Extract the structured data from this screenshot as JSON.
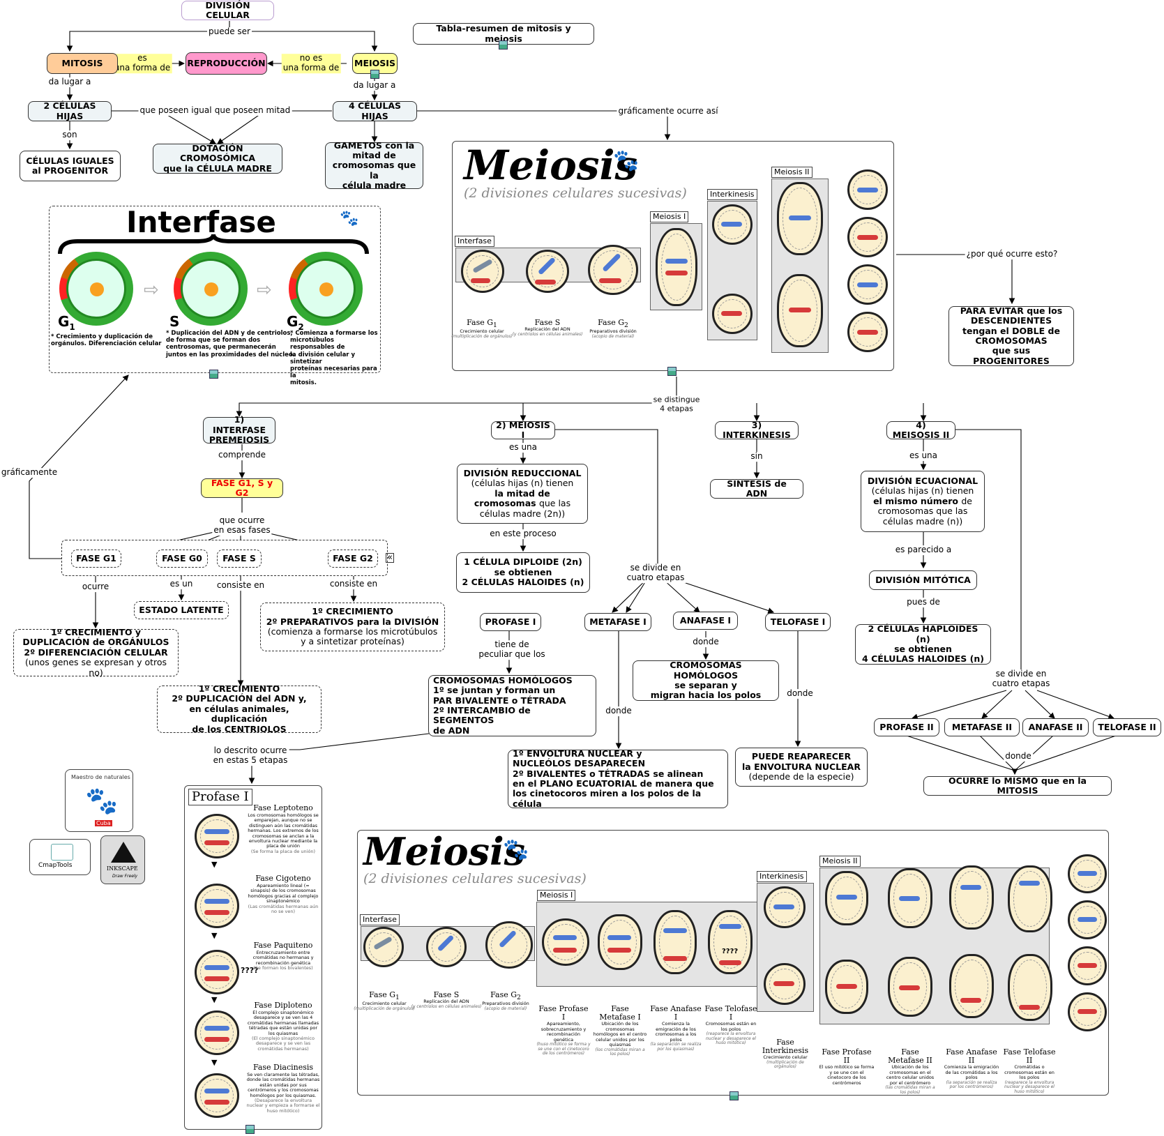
{
  "colors": {
    "mitosis": "#ffcc99",
    "reproduccion": "#ff99cc",
    "meiosis": "#ffff99",
    "fase_g": "#ffff99",
    "pale": "#eef4f6"
  },
  "nodes": {
    "division_celular": "DIVISIÓN CELULAR",
    "tabla_resumen": "Tabla-resumen de mitosis y meiosis",
    "mitosis": "MITOSIS",
    "reproduccion": "REPRODUCCIÓN",
    "meiosis": "MEIOSIS",
    "dos_celulas": "2 CÉLULAS HIJAS",
    "cuatro_celulas": "4 CÉLULAS HIJAS",
    "celulas_iguales": [
      "CÉLULAS IGUALES",
      "al PROGENITOR"
    ],
    "dotacion": [
      "DOTACIÓN CROMOSÓMICA",
      "que la CÉLULA MADRE"
    ],
    "gametos": [
      "GAMETOS con la",
      "mitad de",
      "cromosomas que la",
      "célula madre"
    ],
    "para_evitar": [
      "PARA EVITAR que los",
      "DESCENDIENTES",
      "tengan el DOBLE de",
      "CROMOSOMAS",
      "que sus PROGENITORES"
    ],
    "interfase_premeiosis": [
      "1) INTERFASE",
      "PREMEIOSIS"
    ],
    "meiosis_i": "2) MEIOSIS I",
    "interkinesis": "3) INTERKINESIS",
    "meiosis_ii": "4) MEISOSIS II",
    "fase_g1_s_g2": "FASE G1, S y G2",
    "fase_g1": "FASE G1",
    "fase_g0": "FASE G0",
    "fase_s": "FASE S",
    "fase_g2": "FASE G2",
    "estado_latente": "ESTADO LATENTE",
    "g1_desc": [
      "1º CRECIMIENTO y",
      "DUPLICACIÓN de ORGÁNULOS",
      "2º DIFERENCIACIÓN CELULAR"
    ],
    "g1_desc_n": "(unos genes se expresan y otros no)",
    "s_desc": [
      "1º CRECIMIENTO",
      "2º DUPLICACIÓN del ADN y,",
      "en células animales, duplicación",
      "de los CENTRIOLOS"
    ],
    "g2_desc": [
      "1º CRECIMIENTO",
      "2º PREPARATIVOS para la DIVISIÓN"
    ],
    "g2_desc_n": [
      "(comienza a formarse los microtúbulos",
      "y a sintetizar proteínas)"
    ],
    "div_reduccional": "DIVISIÓN REDUCCIONAL",
    "div_reduccional_n1": "(células hijas (n) tienen",
    "div_reduccional_b": "la mitad de",
    "div_reduccional_b2": "cromosomas",
    "div_reduccional_n2": "que las",
    "div_reduccional_n3": "células madre (2n))",
    "diploide": [
      "1 CÉLULA DIPLOIDE (2n)",
      "se obtienen",
      "2 CÉLULAS HALOIDES (n)"
    ],
    "sintesis": "SINTESIS de ADN",
    "div_ecuacional": "DIVISIÓN ECUACIONAL",
    "div_ecuacional_n1": "(células hijas (n) tienen",
    "div_ecuacional_b": "el mismo número",
    "div_ecuacional_n2": "de",
    "div_ecuacional_n3": "cromosomas que las",
    "div_ecuacional_n4": "células madre (n))",
    "div_mitotica": "DIVISIÓN MITÓTICA",
    "haploides": [
      "2 CÉLULAs HAPLOIDES (n)",
      "se obtienen",
      "4 CÉLULAS HALOIDES (n)"
    ],
    "profase_i": "PROFASE I",
    "metafase_i": "METAFASE I",
    "anafase_i": "ANAFASE I",
    "telofase_i": "TELOFASE I",
    "homologos": [
      "CROMOSOMAS HOMÓLOGOS",
      "1º se juntan y forman un",
      "PAR BIVALENTE o TÉTRADA",
      "2º INTERCAMBIO de SEGMENTOS",
      "de ADN"
    ],
    "separan": [
      "CROMOSOMAS HOMÓLOGOS",
      "se separan y",
      "migran hacia los polos"
    ],
    "envoltura": [
      "1º ENVOLTURA NUCLEAR y",
      "NUCLEÓLOS DESAPARECEN",
      "2º BIVALENTES o TÉTRADAS se alinean",
      "en el PLANO ECUATORIAL de manera que",
      "los cinetocoros miren a los polos de la célula"
    ],
    "reaparecer": [
      "PUEDE REAPARECER",
      "la ENVOLTURA NUCLEAR"
    ],
    "reaparecer_n": "(depende de la especie)",
    "profase_ii": "PROFASE II",
    "metafase_ii": "METAFASE II",
    "anafase_ii": "ANAFASE II",
    "telofase_ii": "TELOFASE II",
    "mismo_mitosis": "OCURRE lo MISMO que en la MITOSIS"
  },
  "links": {
    "puede_ser": "puede ser",
    "es_forma": [
      "es",
      "una forma de"
    ],
    "no_es_forma": [
      "no es",
      "una forma de"
    ],
    "da_lugar_a": "da lugar a",
    "da_lugar_a2": "da lugar a",
    "son": "son",
    "que_poseen_igual": "que poseen igual",
    "que_poseen_mitad": "que poseen mitad",
    "graficamente_asi": "gráficamente ocurre así",
    "por_que": "¿por qué ocurre esto?",
    "se_distingue": [
      "se distingue",
      "4 etapas"
    ],
    "comprende": "comprende",
    "que_ocurre": [
      "que ocurre",
      "en esas fases"
    ],
    "graficamente": "gráficamente",
    "ocurre": "ocurre",
    "es_un": "es un",
    "consiste_en": "consiste en",
    "consiste_en2": "consiste en",
    "es_una": "es una",
    "es_una2": "es una",
    "en_este_proceso": "en este proceso",
    "sin": "sin",
    "es_parecido": "es parecido a",
    "pues_de": "pues de",
    "se_divide": [
      "se divide en",
      "cuatro etapas"
    ],
    "se_divide2": [
      "se divide en",
      "cuatro etapas"
    ],
    "tiene_de": [
      "tiene de",
      "peculiar que los"
    ],
    "donde": "donde",
    "donde2": "donde",
    "donde3": "donde",
    "donde4": "donde",
    "lo_descrito": [
      "lo descrito ocurre",
      "en estas 5 etapas"
    ]
  },
  "interfase_img": {
    "title": "Interfase",
    "phases": [
      "G",
      "S",
      "G"
    ],
    "subs": [
      "1",
      "",
      "2"
    ],
    "desc_g1": [
      "* Crecimiento y duplicación de",
      "orgánulos. Diferenciación celular"
    ],
    "desc_s": [
      "* Duplicación del ADN y de centriolos,",
      "de forma que se forman dos",
      "centrosomas, que permanecerán",
      "juntos en las proximidades del núcleo."
    ],
    "desc_g2": [
      "*  Comienza a formarse los",
      "microtúbulos responsables de",
      "la división celular y sintetizar",
      "proteínas necesarias para la",
      "mitosis."
    ]
  },
  "meiosis_img1": {
    "title": "Meiosis",
    "subtitle": "(2 divisiones celulares sucesivas)",
    "tags": [
      "Interfase",
      "Meiosis I",
      "Interkinesis",
      "Meiosis II"
    ],
    "caps": [
      {
        "t": "Fase G",
        "sub": "1",
        "d": "Crecimiento celular",
        "e": "(multiplicación de orgánulos)"
      },
      {
        "t": "Fase S",
        "sub": "",
        "d": "Replicación del ADN",
        "e": "(y centriolos en células animales)"
      },
      {
        "t": "Fase G",
        "sub": "2",
        "d": "Preparativos división",
        "e": "(acopio de material)"
      }
    ]
  },
  "meiosis_img2": {
    "title": "Meiosis",
    "subtitle": "(2 divisiones celulares sucesivas)",
    "tags": [
      "Interfase",
      "Meiosis I",
      "Interkinesis",
      "Meiosis II"
    ],
    "caps": [
      {
        "t": "Fase G",
        "sub": "1",
        "d": "Crecimiento celular",
        "e": "(multiplicación de orgánulos)"
      },
      {
        "t": "Fase S",
        "sub": "",
        "d": "Replicación del ADN",
        "e": "(y centriolos en células animales)"
      },
      {
        "t": "Fase G",
        "sub": "2",
        "d": "Preparativos división",
        "e": "(acopio de material)"
      },
      {
        "t": "Fase Profase I",
        "sub": "",
        "d": "Apareamiento, sobrecruzamiento y recombinación genética",
        "e": "(huso mitótico se forma y se une con el cinetocoro de los centrómeros)"
      },
      {
        "t": "Fase Metafase I",
        "sub": "",
        "d": "Ubicación de los cromosomas homólogos en el centro celular unidos por los quiasmas",
        "e": "(los cromátidas miran a los polos)"
      },
      {
        "t": "Fase Anafase I",
        "sub": "",
        "d": "Comienza la emigración de los cromosomas a los polos",
        "e": "(la separación se realiza por los quiasmas)"
      },
      {
        "t": "Fase Telofase I",
        "sub": "",
        "d": "Cromosomas están en los polos",
        "e": "(reaparece la envoltura nuclear y desaparece el huso mitótico)"
      },
      {
        "t": "Fase Interkinesis",
        "sub": "",
        "d": "Crecimiento celular",
        "e": "(multiplicación de orgánulos)"
      },
      {
        "t": "Fase Profase II",
        "sub": "",
        "d": "El uso mitótico se forma y se une con el cinetocoro de los centrómeros",
        "e": ""
      },
      {
        "t": "Fase Metafase II",
        "sub": "",
        "d": "Ubicación de los cromosomas en el centro celular unidos por el centrómero",
        "e": "(las cromátidas miran a los polos)"
      },
      {
        "t": "Fase Anafase II",
        "sub": "",
        "d": "Comienza la emigración de las cromátidas a los polos",
        "e": "(la separación se realiza por los centrómeros)"
      },
      {
        "t": "Fase Telofase II",
        "sub": "",
        "d": "Cromátidas o cromosomas están en los polos",
        "e": "(reaparece la envoltura nuclear y desaparece el huso mitótico)"
      }
    ],
    "qmark": "????"
  },
  "profase_img": {
    "title": "Profase I",
    "qmark": "????",
    "stages": [
      {
        "t": "Fase Leptoteno",
        "d": "Los cromosomas homólogos se emparejan, aunque no se distinguen aún las cromátidas hermanas. Los extremos de los cromosomas se anclan a la envoltura nuclear mediante la placa de unión",
        "e": "(Se forma la placa de unión)"
      },
      {
        "t": "Fase Cigoteno",
        "d": "Apareamiento lineal (= sinapsis) de los cromosomas homólogos gracias al complejo sinaptonémico",
        "e": "(Las cromátidas hermanas aún no se ven)"
      },
      {
        "t": "Fase Paquiteno",
        "d": "Entrecruzamiento entre cromátidas no hermanas y recombinación genética",
        "e": "(Se forman los bivalentes)"
      },
      {
        "t": "Fase Diploteno",
        "d": "El complejo sinaptonémico desaparece y se ven las 4 cromátidas hermanas llamadas tétradas que están unidas por los quiasmas",
        "e": "(El complejo sinaptonémico desaparece y se ven las cromátidas hermanas)"
      },
      {
        "t": "Fase Diacinesis",
        "d": "Se ven claramente las tétradas, donde las cromátidas hermanas están unidas por sus centrómeros y los cromosomas homólogos por los quiasmas.",
        "e": "(Desaparece la envoltura nuclear y empieza a formarse el huso mitótico)"
      }
    ]
  },
  "logos": {
    "cmap": "CmapTools",
    "inkscape": "INKSCAPE",
    "inkscape_sub": "Draw Freely",
    "maestro": "Maestro de naturales",
    "cuba": "Cuba",
    "collapse": "«"
  }
}
